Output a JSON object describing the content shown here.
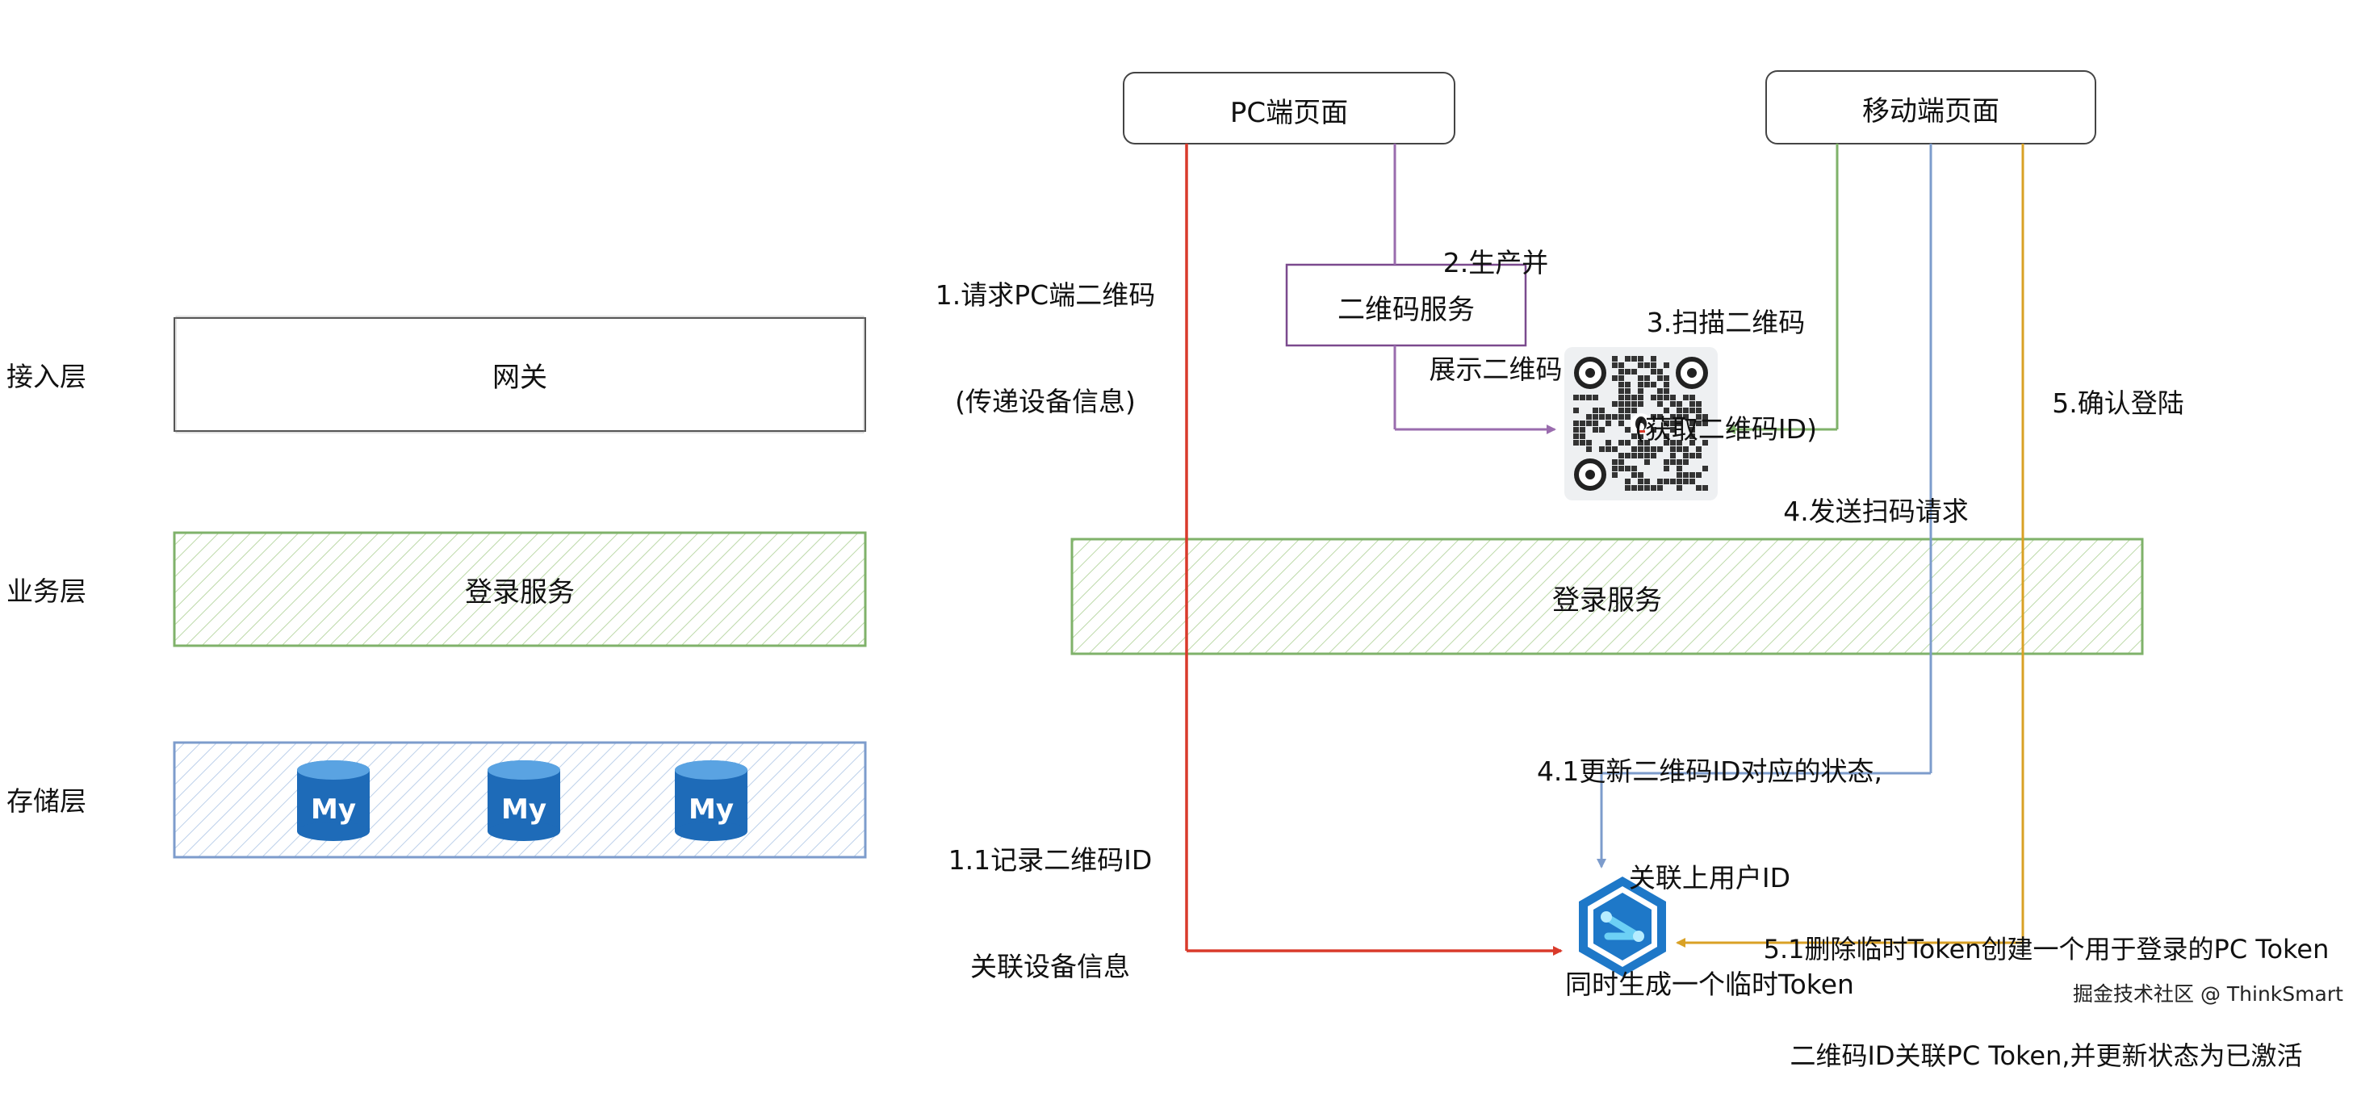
{
  "layers": {
    "access": "接入层",
    "business": "业务层",
    "storage": "存储层"
  },
  "left_boxes": {
    "gateway": "网关",
    "login_service": "登录服务",
    "db_badge": "My"
  },
  "right": {
    "pc_page": "PC端页面",
    "mobile_page": "移动端页面",
    "qr_service": "二维码服务",
    "login_service": "登录服务"
  },
  "steps": {
    "s1_line1": "1.请求PC端二维码",
    "s1_line2": "(传递设备信息)",
    "s2_line1": "2.生产并",
    "s2_line2": "展示二维码",
    "s3_line1": "3.扫描二维码",
    "s3_line2": "(获取二维码ID)",
    "s4": "4.发送扫码请求",
    "s5": "5.确认登陆",
    "s11_line1": "1.1记录二维码ID",
    "s11_line2": "关联设备信息",
    "s41_line1": "4.1更新二维码ID对应的状态,",
    "s41_line2": "关联上用户ID",
    "s41_line3": "同时生成一个临时Token",
    "s51_line1": "5.1删除临时Token创建一个用于登录的PC Token",
    "s51_line2": "二维码ID关联PC Token,并更新状态为已激活"
  },
  "watermark": "掘金技术社区 @ ThinkSmart",
  "colors": {
    "red": "#d93a2b",
    "purple": "#9a6cae",
    "green": "#7fb26a",
    "blue": "#7d9ccc",
    "orange": "#d9a125",
    "service_icon": "#1e78c8"
  }
}
